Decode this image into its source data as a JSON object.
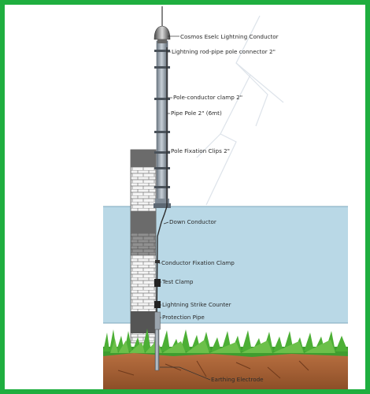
{
  "diagram": {
    "labels": {
      "conductor": "Cosmos Eselc Lightning Conductor",
      "connector": "Lightning rod-pipe pole connector 2\"",
      "clamp": "Pole-conductor clamp 2\"",
      "pipe_pole": "Pipe Pole 2\" (6mt)",
      "fixation_clips": "Pole Fixation Clips 2\"",
      "down_conductor": "Down Conductor",
      "conductor_fixation": "Conductor Fixation Clamp",
      "test_clamp": "Test Clamp",
      "strike_counter": "Lightning Strike Counter",
      "protection_pipe": "Protection Pipe",
      "earthing_electrode": "Earthing Electrode"
    },
    "colors": {
      "frame": "#1fae3f",
      "sky_band": "#b9d8e6",
      "pole": "#8e9aa6",
      "brick": "#f2f2f2",
      "grass": "#3f9d2f",
      "soil": "#a9643a"
    }
  }
}
